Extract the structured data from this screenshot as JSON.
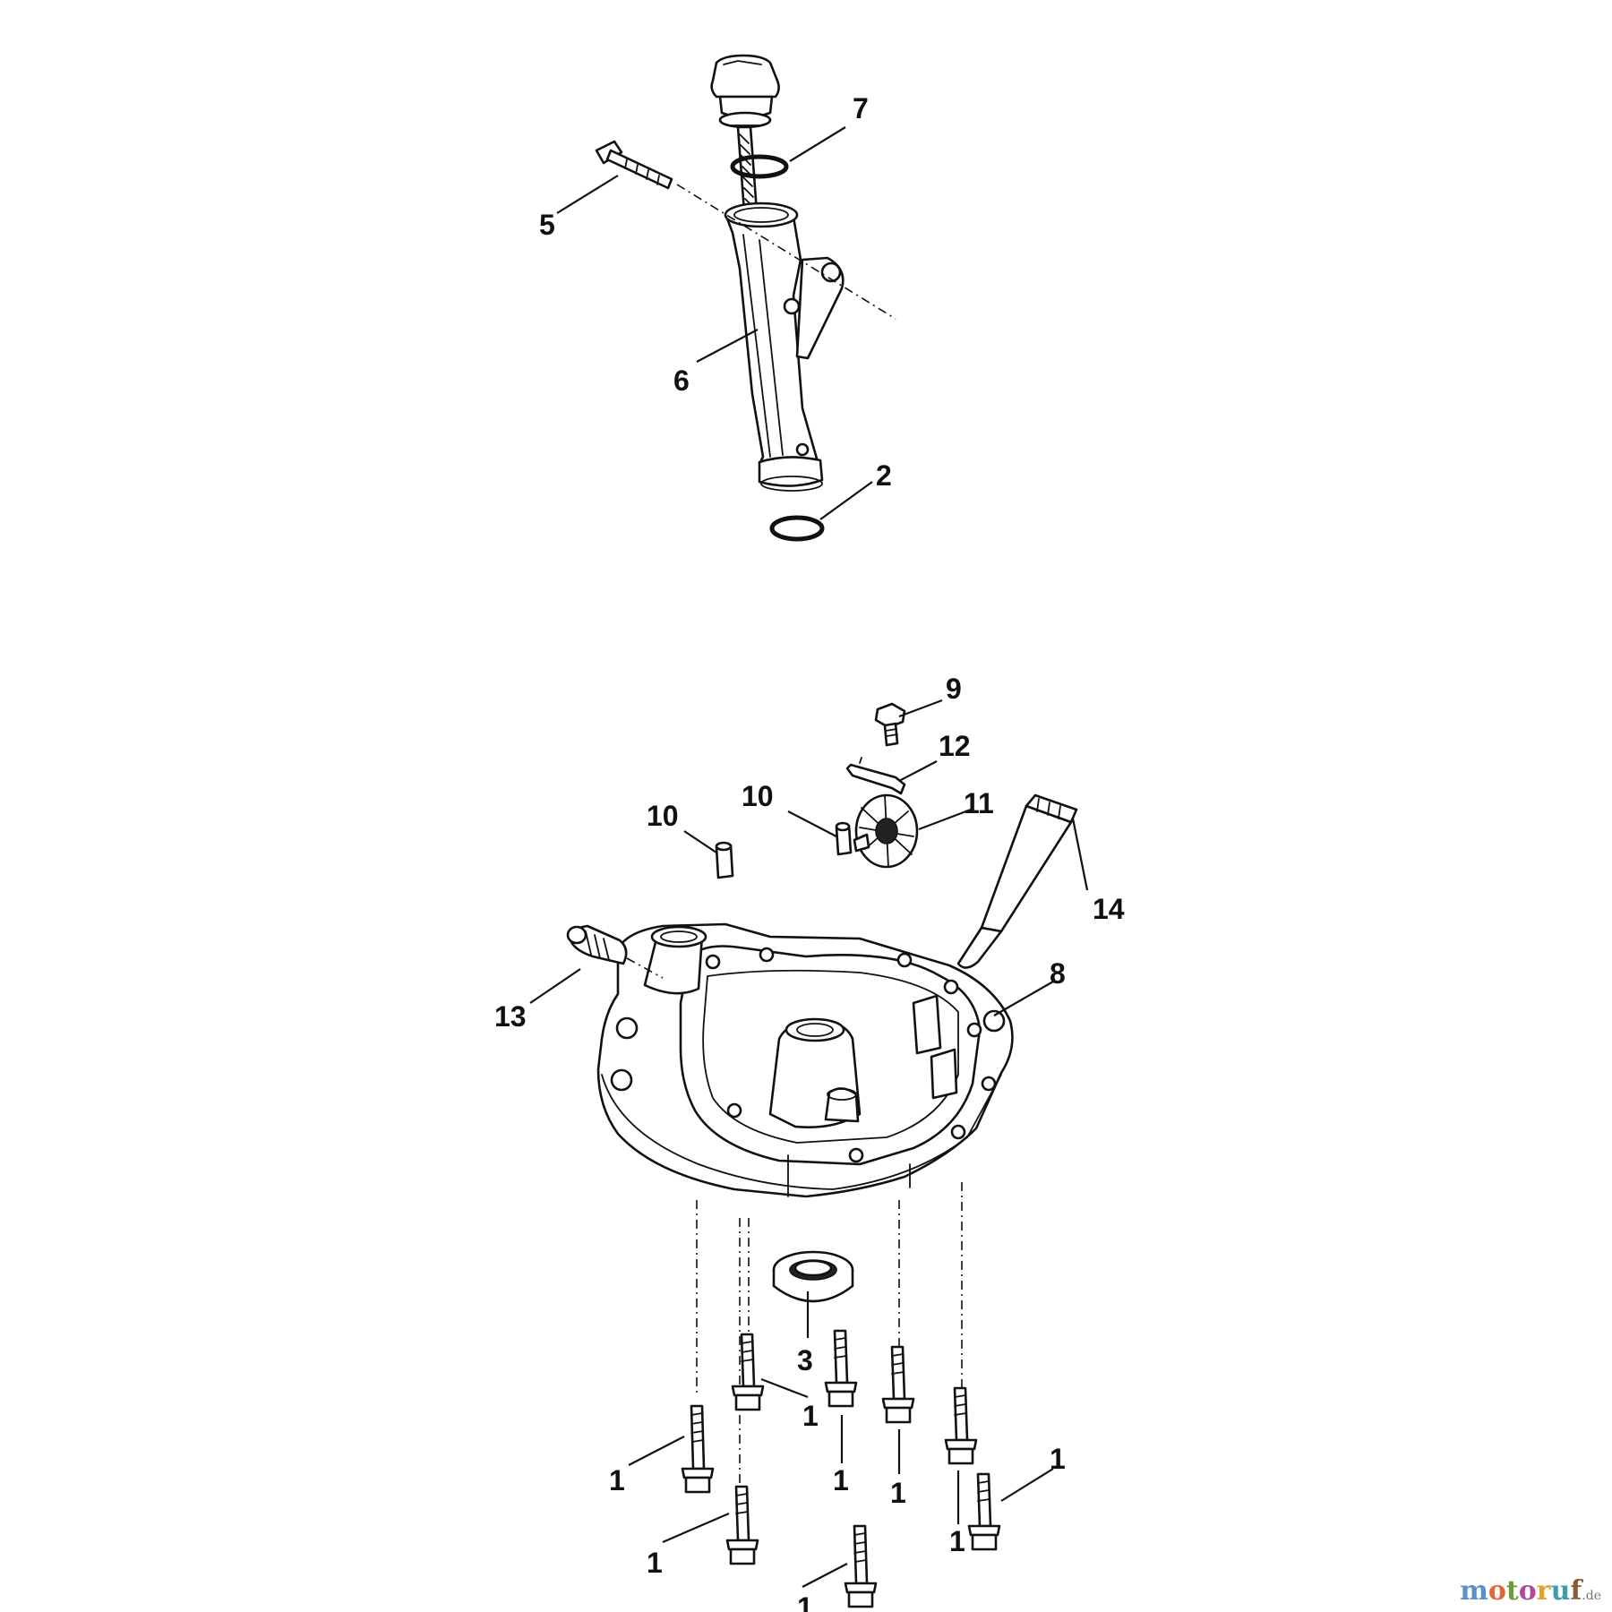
{
  "callouts": {
    "c1": "1",
    "c2": "2",
    "c3": "3",
    "c5": "5",
    "c6": "6",
    "c7": "7",
    "c8": "8",
    "c9": "9",
    "c10": "10",
    "c11": "11",
    "c12": "12",
    "c13": "13",
    "c14": "14"
  },
  "watermark": {
    "letters": [
      "m",
      "o",
      "t",
      "o",
      "r",
      "u",
      "f"
    ],
    "colors": [
      "#5a8fd0",
      "#e0663a",
      "#6a9e3a",
      "#b04a9c",
      "#e2a52c",
      "#3c9ea8",
      "#8a5a3a"
    ],
    "suffix": ".de"
  }
}
